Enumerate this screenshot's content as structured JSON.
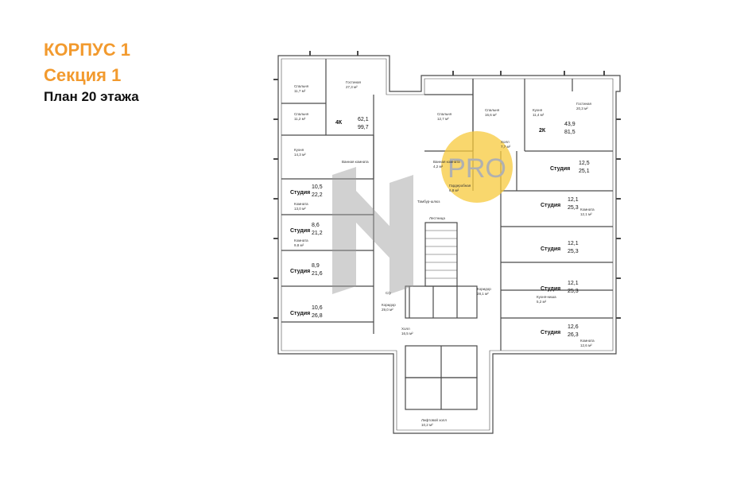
{
  "header": {
    "building": "КОРПУС 1",
    "section": "Секция 1",
    "floor_plan": "План 20 этажа"
  },
  "watermark": {
    "text": "PRO",
    "color": "#f7c93c"
  },
  "colors": {
    "accent": "#f29a2e",
    "walls": "#4a4a4a",
    "overlay": "#9a9a9a"
  },
  "apartments": [
    {
      "id": "4k",
      "type": "4К",
      "living": "62,1",
      "total": "99,7"
    },
    {
      "id": "2k",
      "type": "2К",
      "living": "43,9",
      "total": "81,5"
    },
    {
      "id": "st-r1",
      "type": "Студия",
      "living": "12,5",
      "total": "25,1"
    },
    {
      "id": "st-l1",
      "type": "Студия",
      "living": "10,5",
      "total": "22,2"
    },
    {
      "id": "st-r2",
      "type": "Студия",
      "living": "12,1",
      "total": "25,3"
    },
    {
      "id": "st-l2",
      "type": "Студия",
      "living": "8,6",
      "total": "21,2"
    },
    {
      "id": "st-r3",
      "type": "Студия",
      "living": "12,1",
      "total": "25,3"
    },
    {
      "id": "st-l3",
      "type": "Студия",
      "living": "8,9",
      "total": "21,6"
    },
    {
      "id": "st-r4",
      "type": "Студия",
      "living": "12,1",
      "total": "25,3"
    },
    {
      "id": "st-l4",
      "type": "Студия",
      "living": "10,6",
      "total": "26,8"
    },
    {
      "id": "st-r5",
      "type": "Студия",
      "living": "12,6",
      "total": "26,3"
    }
  ],
  "rooms": {
    "bedroom": "Спальня",
    "living_room": "Гостиная",
    "kitchen": "Кухня",
    "bathroom": "Ванная комната",
    "hall": "Холл",
    "corridor": "Коридор",
    "wardrobe": "Гардеробная",
    "room": "Комната",
    "kitchen_niche": "Кухня-ниша",
    "lift_hall": "Лифтовой холл",
    "stairs": "Лестница",
    "vestibule": "Тамбур-шлюз",
    "bath_short": "С/у"
  },
  "areas": {
    "a1": "11,7 м²",
    "a2": "27,3 м²",
    "a3": "11,2 м²",
    "a4": "14,3 м²",
    "a5": "12,7 м²",
    "a6": "16,6 м²",
    "a7": "11,4 м²",
    "a8": "20,3 м²",
    "a9": "7,7 м²",
    "a10": "4,2 м²",
    "a11": "6,8 м²",
    "a12": "16,5 м²",
    "a13": "28,1 м²",
    "a14": "10,2 м²",
    "a15": "29,0 м²",
    "a16": "12,1 м²",
    "a17": "13,0 м²",
    "a18": "9,8 м²",
    "a19": "5,2 м²",
    "a20": "12,6 м²"
  }
}
